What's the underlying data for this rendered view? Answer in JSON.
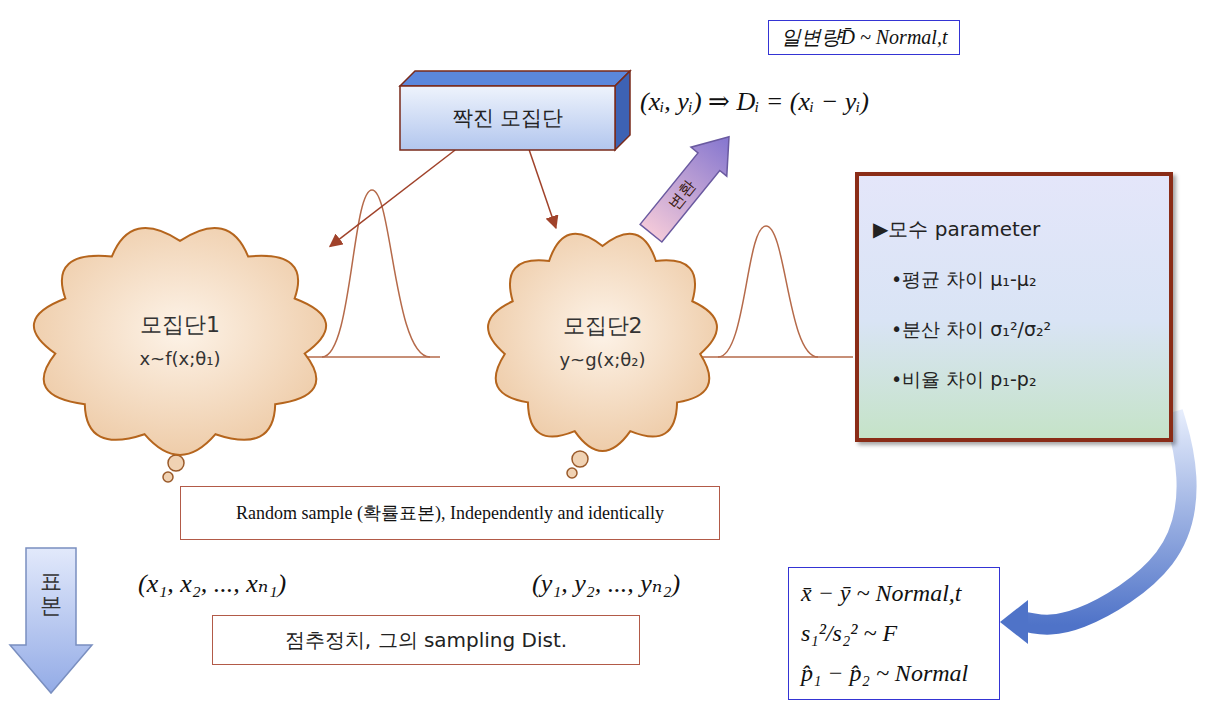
{
  "diagram": {
    "nodes": [
      {
        "text": [
          "일변량D̄ ~ Normal,t"
        ]
      },
      {
        "text": [
          "짝진 모집단"
        ]
      },
      {
        "text": [
          "변환"
        ]
      },
      {
        "text": [
          "모집단1",
          "x~f(x;θ₁)"
        ]
      },
      {
        "text": [
          "모집단2",
          "y~g(x;θ₂)"
        ]
      },
      {
        "text": [
          "▶모수 parameter",
          "•평균 차이 μ₁-μ₂",
          "•분산 차이 σ₁²/σ₂²",
          "•비율 차이 p₁-p₂"
        ]
      },
      {
        "text": [
          "Random sample (확률표본), Independently and identically"
        ]
      },
      {
        "text": [
          "표본"
        ]
      },
      {
        "text": [
          "점추정치, 그의 sampling Dist."
        ]
      },
      {
        "text": [
          "x̄ − ȳ ~ Normal,t",
          "s₁²/s₂² ~ F",
          "p̂₁ − p̂₂ ~ Normal"
        ]
      }
    ],
    "edges": [
      {
        "from": 1,
        "to": 3,
        "arrow": "to"
      },
      {
        "from": 1,
        "to": 4,
        "arrow": "to"
      },
      {
        "from": 5,
        "to": 9,
        "arrow": "to"
      }
    ],
    "labels": [
      "(xᵢ, yᵢ) ⇒ Dᵢ = (xᵢ − yᵢ)",
      "(x₁, x₂, ..., xₙ₁)",
      "(y₁, y₂, ..., yₙ₂)"
    ]
  }
}
